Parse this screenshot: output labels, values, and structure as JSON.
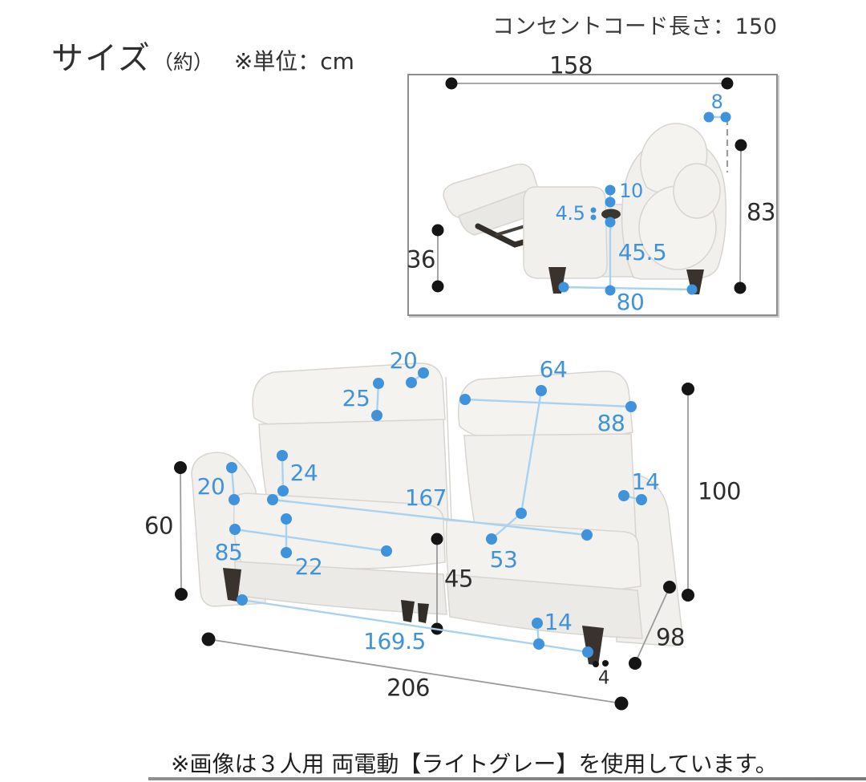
{
  "page": {
    "title_main": "サイズ",
    "title_approx": "（約）",
    "title_unit": "※単位：cm",
    "cord_note": "コンセントコード長さ：150",
    "bottom_note": "※画像は３人用 両電動【ライトグレー】を使用しています。"
  },
  "colors": {
    "dim_blue": "#3F93DC",
    "dim_blue_line": "#A9D2F0",
    "dim_black_text": "#2d2d2d",
    "dim_black_line": "#9b9b9b",
    "box_border": "#8d8d8d",
    "sofa_fill": "#f1f0ed",
    "sofa_stroke": "#d8d5cf",
    "leg_color": "#3a332d"
  },
  "side_view": {
    "dims": {
      "total_width": "158",
      "headrest_depth": "8",
      "total_height": "83",
      "footrest_height": "36",
      "button_to_top": "10",
      "button_size": "4.5",
      "arm_front_height": "45.5",
      "leg_span": "80"
    }
  },
  "front_view": {
    "dims": {
      "headrest_gap": "20",
      "headrest_height": "25",
      "backrest_height": "64",
      "backrest_width": "88",
      "seatback_pad_height": "24",
      "armrest_width": "20",
      "armrest_height": "60",
      "inner_width": "167",
      "seat_width": "85",
      "seat_front_height": "22",
      "seat_depth": "53",
      "armrest_top_width": "14",
      "total_height": "100",
      "seat_height": "45",
      "leg_span": "169.5",
      "base_clearance": "14",
      "total_depth": "98",
      "total_width": "206",
      "leg_bottom_width": "4"
    }
  }
}
